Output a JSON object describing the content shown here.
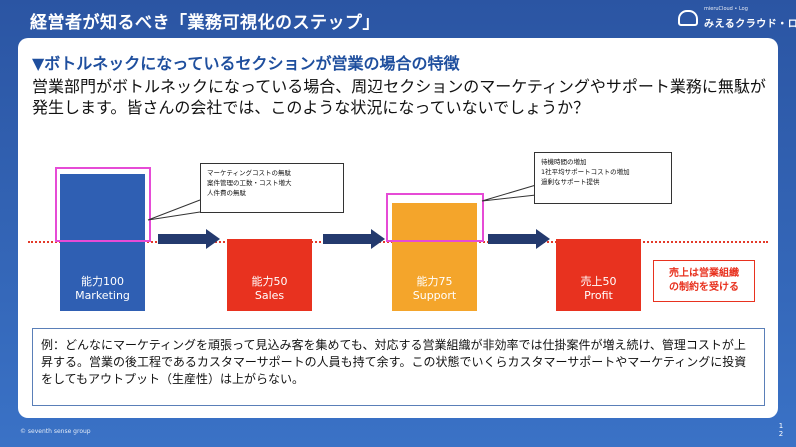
{
  "header": {
    "title": "経営者が知るべき「業務可視化のステップ」",
    "logo_small": "mieruCloud • Log",
    "logo_main": "みえるクラウド・ログ"
  },
  "content": {
    "heading": "▼ボトルネックになっているセクションが営業の場合の特徴",
    "intro": "営業部門がボトルネックになっている場合、周辺セクションのマーケティングやサポート業務に無駄が発生します。皆さんの会社では、このような状況になっていないでしょうか？",
    "bars": [
      {
        "line1": "能力100",
        "line2": "Marketing"
      },
      {
        "line1": "能力50",
        "line2": "Sales"
      },
      {
        "line1": "能力75",
        "line2": "Support"
      },
      {
        "line1": "売上50",
        "line2": "Profit"
      }
    ],
    "callout_left": [
      "マーケティングコストの無駄",
      "案件管理の工数・コスト増大",
      "人件費の無駄"
    ],
    "callout_right": [
      "待機時間の増加",
      "1社平均サポートコストの増加",
      "過剰なサポート提供"
    ],
    "constraint": [
      "売上は営業組織",
      "の制約を受ける"
    ],
    "example": "例：どんなにマーケティングを頑張って見込み客を集めても、対応する営業組織が非効率では仕掛案件が増え続け、管理コストが上昇する。営業の後工程であるカスタマーサポートの人員も持て余す。この状態でいくらカスタマーサポートやマーケティングに投資をしてもアウトプット（生産性）は上がらない。"
  },
  "footer": {
    "copyright": "© seventh sense group",
    "page_number": "12"
  },
  "colors": {
    "brand_blue": "#2f5fb3",
    "red": "#e8321f",
    "orange": "#f4a52b",
    "highlight": "#e64bd6",
    "arrow": "#243a6e"
  }
}
